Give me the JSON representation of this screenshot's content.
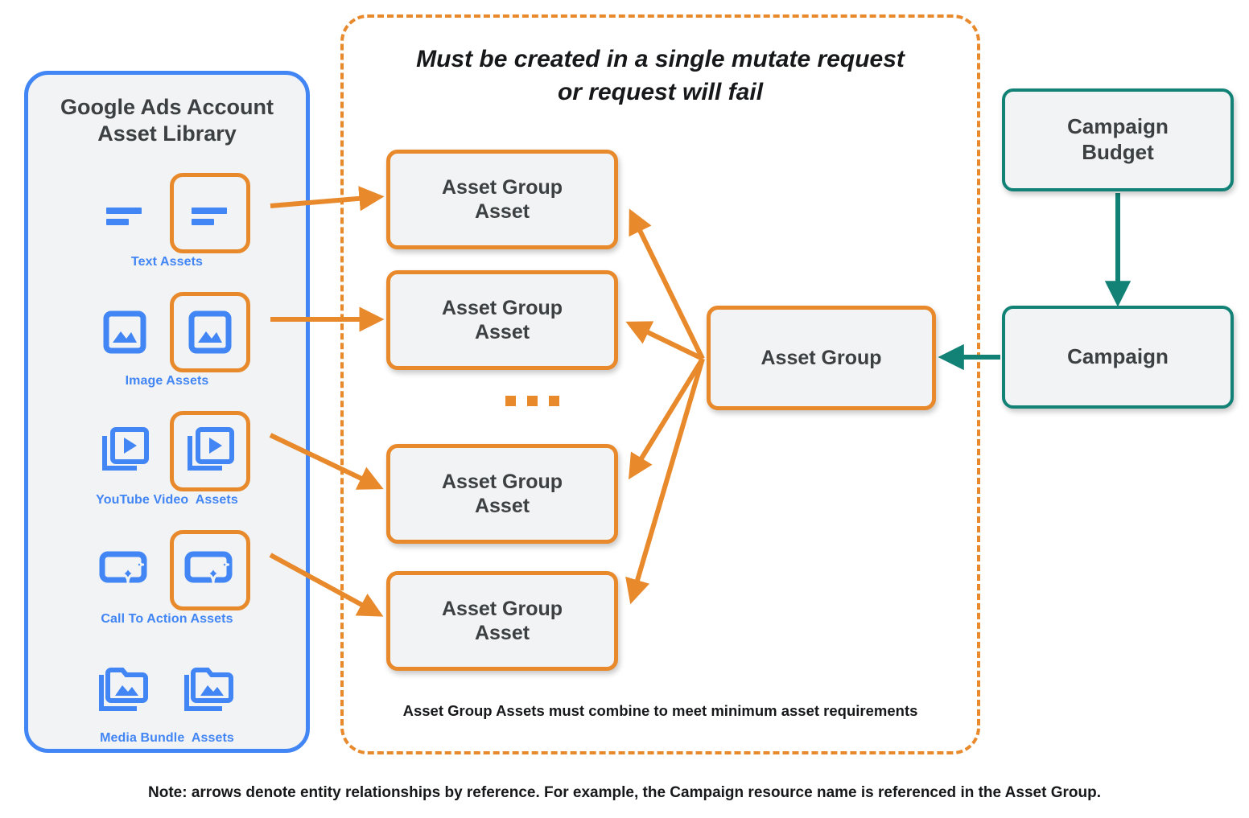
{
  "library": {
    "title": "Google Ads Account\nAsset Library",
    "border_color": "#4285f4",
    "fill_color": "#f1f3f4",
    "rows": [
      {
        "caption": "Text Assets",
        "icon": "text-asset-icon",
        "highlighted": true
      },
      {
        "caption": "Image Assets",
        "icon": "image-asset-icon",
        "highlighted": true
      },
      {
        "caption": "YouTube Video  Assets",
        "icon": "video-asset-icon",
        "highlighted": true
      },
      {
        "caption": "Call To Action Assets",
        "icon": "call-to-action-icon",
        "highlighted": true
      },
      {
        "caption": "Media Bundle  Assets",
        "icon": "media-bundle-icon",
        "highlighted": false
      }
    ]
  },
  "mutate_group": {
    "header": "Must be created in a single mutate request\nor request will fail",
    "footnote": "Asset Group Assets must combine to meet minimum asset requirements",
    "border_color": "#e8892b",
    "asset_group_assets": [
      {
        "label": "Asset Group\nAsset"
      },
      {
        "label": "Asset Group\nAsset"
      },
      {
        "label": "Asset Group\nAsset"
      },
      {
        "label": "Asset Group\nAsset"
      }
    ],
    "ellipsis": "…"
  },
  "nodes": {
    "asset_group": {
      "label": "Asset Group",
      "color": "#e8892b"
    },
    "campaign_budget": {
      "label": "Campaign\nBudget",
      "color": "#128277"
    },
    "campaign": {
      "label": "Campaign",
      "color": "#128277"
    }
  },
  "colors": {
    "orange": "#e8892b",
    "teal": "#128277",
    "blue": "#4285f4",
    "node_fill": "#f1f3f4",
    "text": "#3c4043"
  },
  "bottom_note": "Note: arrows denote entity relationships by reference. For example, the Campaign resource name is referenced in the Asset Group."
}
